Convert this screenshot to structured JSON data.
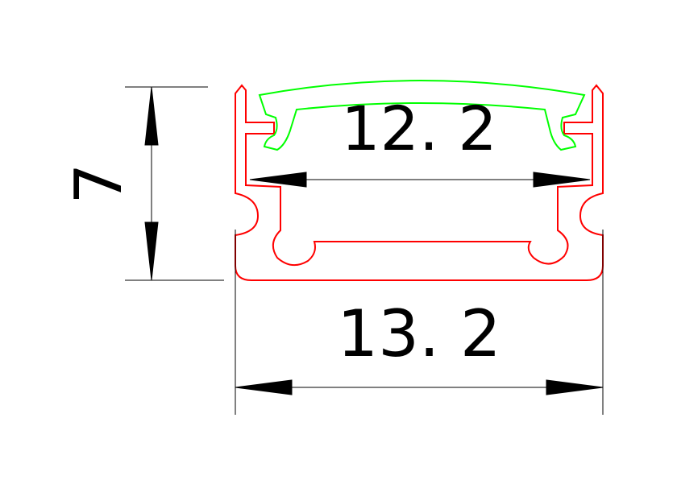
{
  "drawing": {
    "height_dimension": "7",
    "inner_width_dimension": "12. 2",
    "outer_width_dimension": "13. 2"
  },
  "colors": {
    "profile": "#ff0000",
    "diffuser": "#00ff00",
    "dimension": "#000000"
  }
}
